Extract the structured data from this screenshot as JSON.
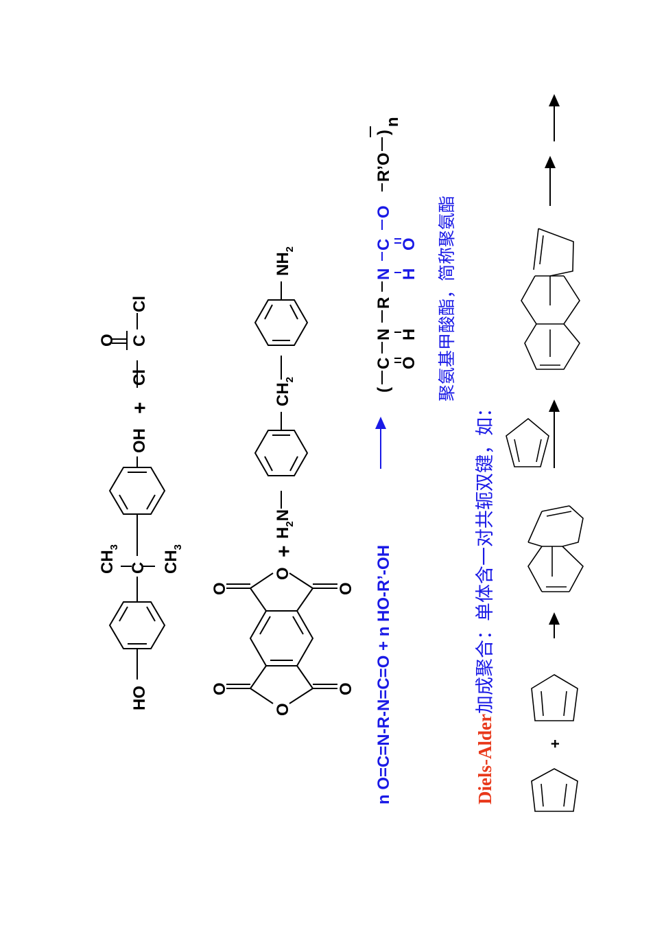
{
  "colors": {
    "black": "#000000",
    "blue": "#1a1ae6",
    "red": "#e8381a"
  },
  "row1": {
    "phenol_oh_left": "HO",
    "methyl_top": "CH",
    "methyl_top_sub": "3",
    "methyl_bottom": "CH",
    "methyl_bottom_sub": "3",
    "center_carbon": "C",
    "phenol_oh_right": "OH",
    "plus": "+",
    "phosgene_cl1": "Cl",
    "phosgene_c": "C",
    "phosgene_o": "O",
    "phosgene_cl2": "Cl"
  },
  "row2": {
    "o1": "O",
    "o2": "O",
    "o3": "O",
    "o4": "O",
    "ring_o1": "O",
    "ring_o2": "O",
    "plus": "+",
    "amine_h": "H",
    "amine_sub": "2",
    "amine_n": "N",
    "ch2": "CH",
    "ch2_sub": "2",
    "nh2": "NH",
    "nh2_sub": "2"
  },
  "row3": {
    "reactants": "n O=C=N-R-N=C=O + n HO-R’-OH",
    "product_open": "(",
    "p_c1": "C",
    "p_n1": "N",
    "p_r": "R",
    "p_n2": "N",
    "p_c2": "C",
    "p_o": "O",
    "p_tail": "R’O",
    "product_close": ")",
    "p_sub_n": "n",
    "o_under1": "O",
    "h_under1": "H",
    "h_under2": "H",
    "o_under2": "O"
  },
  "row4": {
    "caption": "聚氨基甲酸酯，简称聚氨酯"
  },
  "row5": {
    "title_red": "Diels-Alder",
    "title_blue": "加成聚合：单体含一对共轭双键，如："
  },
  "row6": {
    "plus": "+"
  }
}
